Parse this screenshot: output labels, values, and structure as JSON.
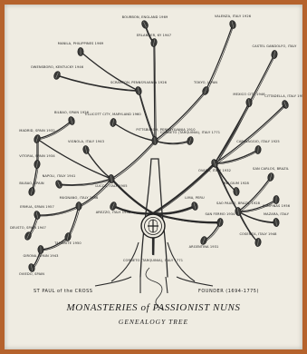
{
  "footer": {
    "title": "MONASTERIES of PASSIONIST NUNS",
    "subtitle": "GENEALOGY TREE",
    "left_note": "ST PAUL of the CROSS",
    "right_note": "FOUNDER (1694-1775)"
  },
  "nodes": [
    {
      "id": "bourbon",
      "label": "BOURBON, ENGLAND 1969"
    },
    {
      "id": "erlanger",
      "label": "ERLANGER, KY 1947"
    },
    {
      "id": "manila",
      "label": "MANILA, PHILIPPINES 1969"
    },
    {
      "id": "scranton",
      "label": "SCRANTON, PENNSYLVANIA 1926"
    },
    {
      "id": "owensboro",
      "label": "OWENSBORO, KENTUCKY 1946"
    },
    {
      "id": "ellicott",
      "label": "ELLICOTT CITY, MARYLAND 1960"
    },
    {
      "id": "pittsburgh",
      "label": "PITTSBURGH, PENNSYLVANIA 1910"
    },
    {
      "id": "valenza",
      "label": "VALENZA, ITALY 1926"
    },
    {
      "id": "tokyo",
      "label": "TOKYO, JAPAN"
    },
    {
      "id": "castel",
      "label": "CASTEL GANDOLFO, ITALY"
    },
    {
      "id": "mexico",
      "label": "MEXICO CITY 1946"
    },
    {
      "id": "bilbao",
      "label": "BILBAO, SPAIN 1926"
    },
    {
      "id": "madrid",
      "label": "MADRID, SPAIN 1932"
    },
    {
      "id": "vitoria",
      "label": "VITORIA, SPAIN 1934"
    },
    {
      "id": "lucca",
      "label": "LUCCA, ITALY 1905"
    },
    {
      "id": "ovada",
      "label": "OVADA, ITALY 1932"
    },
    {
      "id": "corneto",
      "label": "CORNETO (TARQUINIA), ITALY 1771"
    },
    {
      "id": "caravaggio",
      "label": "CARAVAGGIO, ITALY 1925"
    },
    {
      "id": "saopaulo",
      "label": "SAO PAULO, BRAZIL 1928"
    },
    {
      "id": "cittadella",
      "label": "CITTADELLA, ITALY 1958"
    },
    {
      "id": "sancarlos",
      "label": "SAN CARLOS, BRAZIL"
    },
    {
      "id": "campinas",
      "label": "CAMPINAS 1956"
    },
    {
      "id": "vignola",
      "label": "VIGNOLA, ITALY 1943"
    },
    {
      "id": "napoli",
      "label": "NAPOLI, ITALY 1941"
    },
    {
      "id": "bilbao2",
      "label": "BILBAO, SPAIN"
    },
    {
      "id": "mugnano",
      "label": "MUGNANO, ITALY 1936"
    },
    {
      "id": "ermua",
      "label": "ERMUA, SPAIN 1957"
    },
    {
      "id": "deusto",
      "label": "DEUSTO, SPAIN 1947"
    },
    {
      "id": "tamarite",
      "label": "TAMARITE 1950"
    },
    {
      "id": "girona",
      "label": "GIRONA, SPAIN 1943"
    },
    {
      "id": "oviedo",
      "label": "OVIEDO, SPAIN"
    },
    {
      "id": "arezzo",
      "label": "AREZZO, ITALY 1938"
    },
    {
      "id": "sanfermo",
      "label": "SAN FERMO 1934"
    },
    {
      "id": "belgium",
      "label": "BELGIUM 1928"
    },
    {
      "id": "lima",
      "label": "LIMA, PERU"
    },
    {
      "id": "argentina",
      "label": "ARGENTINA 1931"
    },
    {
      "id": "cosenza",
      "label": "COSENZA, ITALY 1948"
    },
    {
      "id": "mazara",
      "label": "MAZARA, ITALY"
    },
    {
      "id": "root",
      "label": "CORNETO (TARQUINIA), ITALY 1771"
    }
  ]
}
